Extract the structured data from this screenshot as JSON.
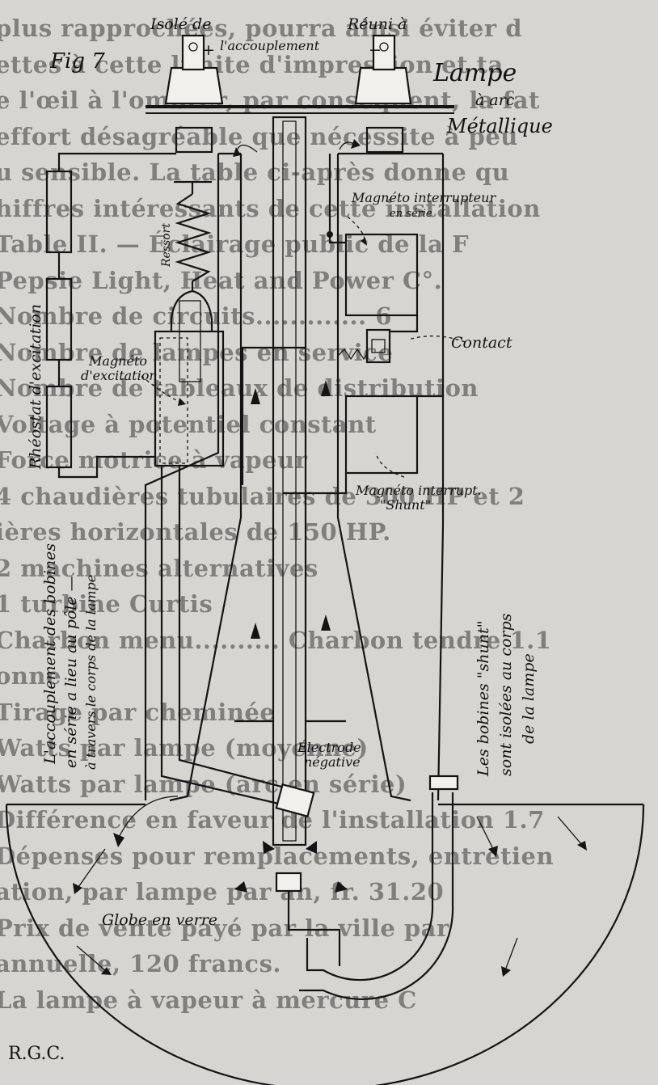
{
  "figure": {
    "fig_label": "Fig 7",
    "title_line1": "Lampe",
    "title_line2": "à arc",
    "title_line3": "Métallique",
    "top_left_label": "Isolé de",
    "top_middle_label": "l'accouplement",
    "top_right_label": "Réuni à",
    "plus_sign": "+",
    "minus_sign": "−",
    "magneto_interrupteur": "Magnéto interrupteur",
    "en_serie": "en série",
    "ressort": "Ressort",
    "rheostat": "Rhéostat d'excitation",
    "magneto_excitation_1": "Magnéto",
    "magneto_excitation_2": "d'excitation",
    "contact": "Contact",
    "magneto_shunt_1": "Magnéto interrupt.",
    "magneto_shunt_2": "\"Shunt\"",
    "left_note_1": "L'accouplement des bobines",
    "left_note_2": "en série a lieu au pôle —",
    "left_note_3": "à travers le corps de la lampe",
    "right_note_1": "Les bobines \"shunt\"",
    "right_note_2": "sont isolées au corps",
    "right_note_3": "de la lampe",
    "electrode_1": "Électrode",
    "electrode_2": "négative",
    "globe": "Globe en verre",
    "initials": "R.G.C."
  },
  "background_text": [
    "plus rapprochées, pourra ainsi éviter d",
    "ettes à cette limite d'impression et ta",
    "e l'œil à l'ombrer, par conséquent, la fat",
    "effort désagréable que nécessite à peu",
    "u sensible. La table ci-après donne qu",
    "hiffres intéressants de cette installation",
    "Table II. — Éclairage public de la F",
    "Pepsie Light, Heat and Power C°.",
    "Nombre de circuits............. 6",
    "Nombre de lampes en service",
    "Nombre de tableaux de distribution",
    "Voltage à potentiel constant",
    "Force motrice à vapeur",
    "4 chaudières tubulaires de 300 HP et 2",
    "ières horizontales de 150 HP.",
    "2 machines alternatives",
    "1 turbine Curtis",
    "Charbon menu.......... Charbon tendre 1.1",
    "onne",
    "Tirage par cheminée",
    "Watts par lampe (moyenne)",
    "Watts par lampe (arc en série)",
    "Différence en faveur de l'installation 1.7",
    "Dépenses pour remplacements, entretien",
    "ation, par lampe par an, fr. 31.20",
    "Prix de vente payé par la ville par",
    "annuelle, 120 francs.",
    "La lampe à vapeur à mercure C"
  ]
}
